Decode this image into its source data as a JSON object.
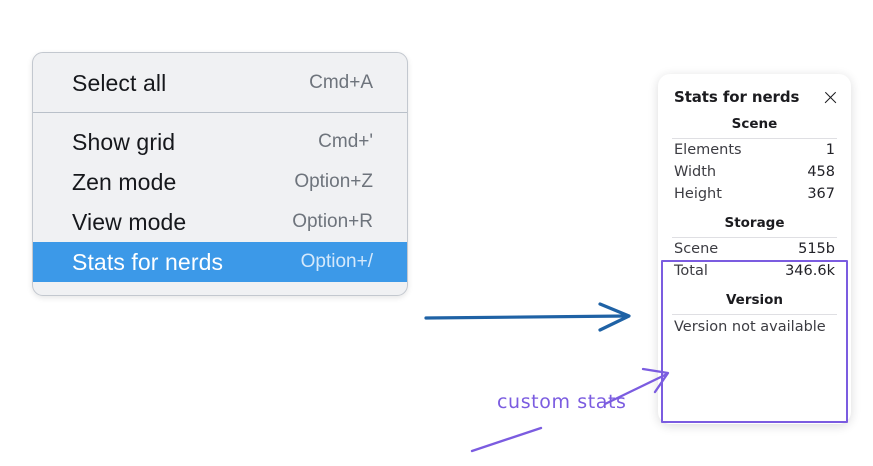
{
  "context_menu": {
    "name": "canvas-context-menu",
    "sections": [
      {
        "items": [
          {
            "label": "Select all",
            "shortcut": "Cmd+A",
            "selected": false
          }
        ]
      },
      {
        "items": [
          {
            "label": "Show grid",
            "shortcut": "Cmd+'",
            "selected": false
          },
          {
            "label": "Zen mode",
            "shortcut": "Option+Z",
            "selected": false
          },
          {
            "label": "View mode",
            "shortcut": "Option+R",
            "selected": false
          },
          {
            "label": "Stats for nerds",
            "shortcut": "Option+/",
            "selected": true
          }
        ]
      }
    ]
  },
  "stats_panel": {
    "title": "Stats for nerds",
    "close_icon": "close-icon",
    "sections": [
      {
        "heading": "Scene",
        "rows": [
          {
            "key": "Elements",
            "value": "1"
          },
          {
            "key": "Width",
            "value": "458"
          },
          {
            "key": "Height",
            "value": "367"
          }
        ]
      },
      {
        "heading": "Storage",
        "rows": [
          {
            "key": "Scene",
            "value": "515b"
          },
          {
            "key": "Total",
            "value": "346.6k"
          }
        ]
      },
      {
        "heading": "Version",
        "free_text": "Version not available"
      }
    ]
  },
  "annotations": {
    "custom_stats_label": "custom stats"
  },
  "colors": {
    "menu_background": "#f0f1f3",
    "menu_border": "#c3c8cf",
    "menu_divider": "#b9c0c9",
    "menu_highlight": "#3c99e8",
    "menu_highlight_text": "#ffffff",
    "menu_shortcut_text": "#6e747c",
    "annotation_purple": "#7b5ce0",
    "annotation_blue": "#1f62a5",
    "card_background": "#ffffff",
    "page_background": "#ffffff"
  }
}
